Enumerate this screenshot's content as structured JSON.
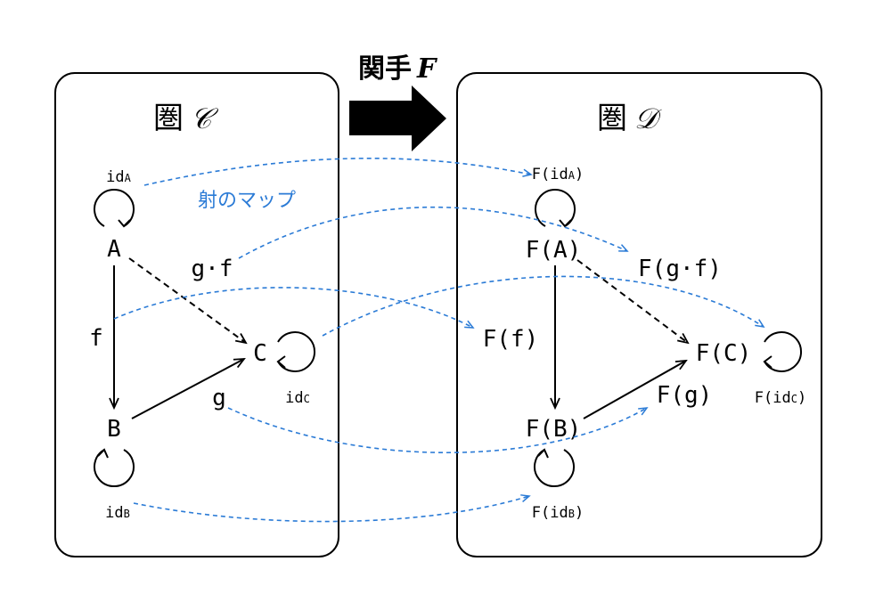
{
  "functor": {
    "label": "関手",
    "symbol": "F"
  },
  "category_c": {
    "label": "圏",
    "symbol": "𝒞"
  },
  "category_d": {
    "label": "圏",
    "symbol": "𝒟"
  },
  "morphism_map_label": "射のマップ",
  "colors": {
    "mapping": "#2b7bd6",
    "ink": "#000000"
  },
  "c": {
    "objects": {
      "a": "A",
      "b": "B",
      "c": "C"
    },
    "morphisms": {
      "f": "f",
      "g": "g",
      "gf": "g·f"
    },
    "identities": {
      "a": {
        "base": "id",
        "sub": "A"
      },
      "b": {
        "base": "id",
        "sub": "B"
      },
      "c": {
        "base": "id",
        "sub": "C"
      }
    }
  },
  "d": {
    "objects": {
      "a": "F(A)",
      "b": "F(B)",
      "c": "F(C)"
    },
    "morphisms": {
      "f": "F(f)",
      "g": "F(g)",
      "gf": "F(g·f)"
    },
    "identities": {
      "a": {
        "pre": "F(id",
        "sub": "A",
        "post": ")"
      },
      "b": {
        "pre": "F(id",
        "sub": "B",
        "post": ")"
      },
      "c": {
        "pre": "F(id",
        "sub": "C",
        "post": ")"
      }
    }
  }
}
